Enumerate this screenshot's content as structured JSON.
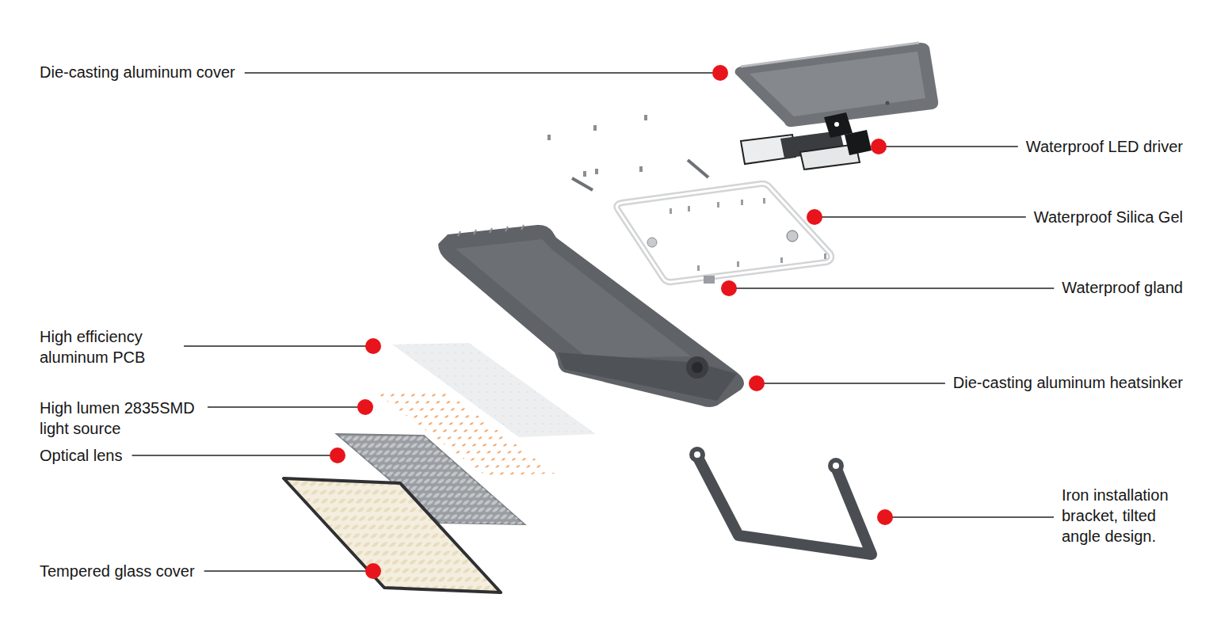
{
  "diagram": {
    "labels": [
      "Die-casting aluminum cover",
      "Waterproof LED driver",
      "Waterproof Silica Gel",
      "Waterproof gland",
      "High efficiency aluminum PCB",
      "Die-casting aluminum heatsinker",
      "High lumen 2835SMD light source",
      "Optical lens",
      "Iron installation bracket, tilted angle design.",
      "Tempered glass cover"
    ]
  }
}
